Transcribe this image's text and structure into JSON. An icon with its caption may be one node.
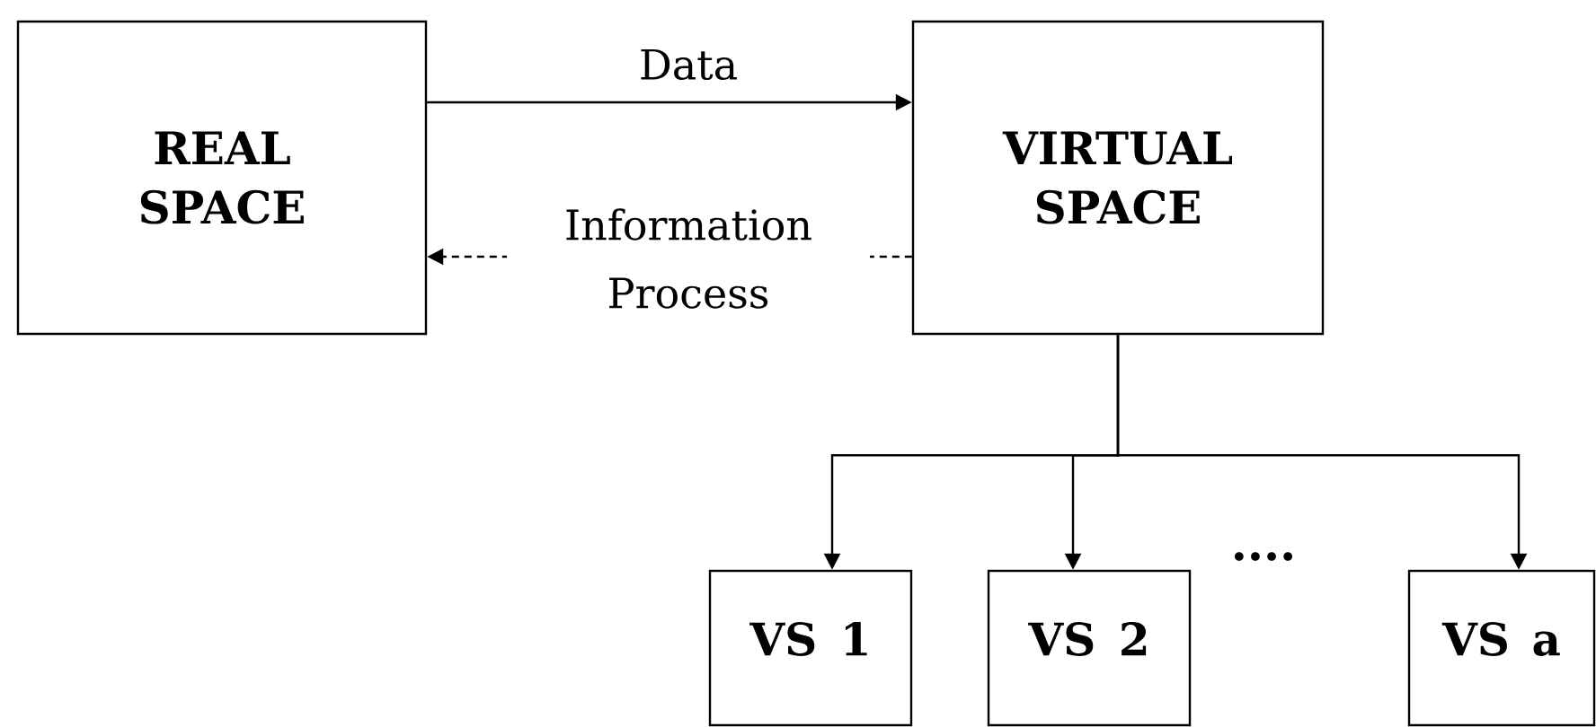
{
  "diagram": {
    "nodes": [
      {
        "text": [
          "REAL SPACE"
        ]
      },
      {
        "text": [
          "VIRTUAL SPACE"
        ]
      },
      {
        "text": [
          "VS 1"
        ]
      },
      {
        "text": [
          "VS 2"
        ]
      },
      {
        "text": [
          "VS a"
        ]
      }
    ],
    "edges": [
      {
        "from": 0,
        "to": 1,
        "arrow": "to",
        "label": "Data"
      },
      {
        "from": 1,
        "to": 0,
        "arrow": "to",
        "label": "Information Process",
        "style": "dashed"
      },
      {
        "from": 1,
        "to": 2,
        "arrow": "to"
      },
      {
        "from": 1,
        "to": 3,
        "arrow": "to"
      },
      {
        "from": 1,
        "to": 4,
        "arrow": "to"
      }
    ],
    "labels": [
      "...."
    ]
  }
}
